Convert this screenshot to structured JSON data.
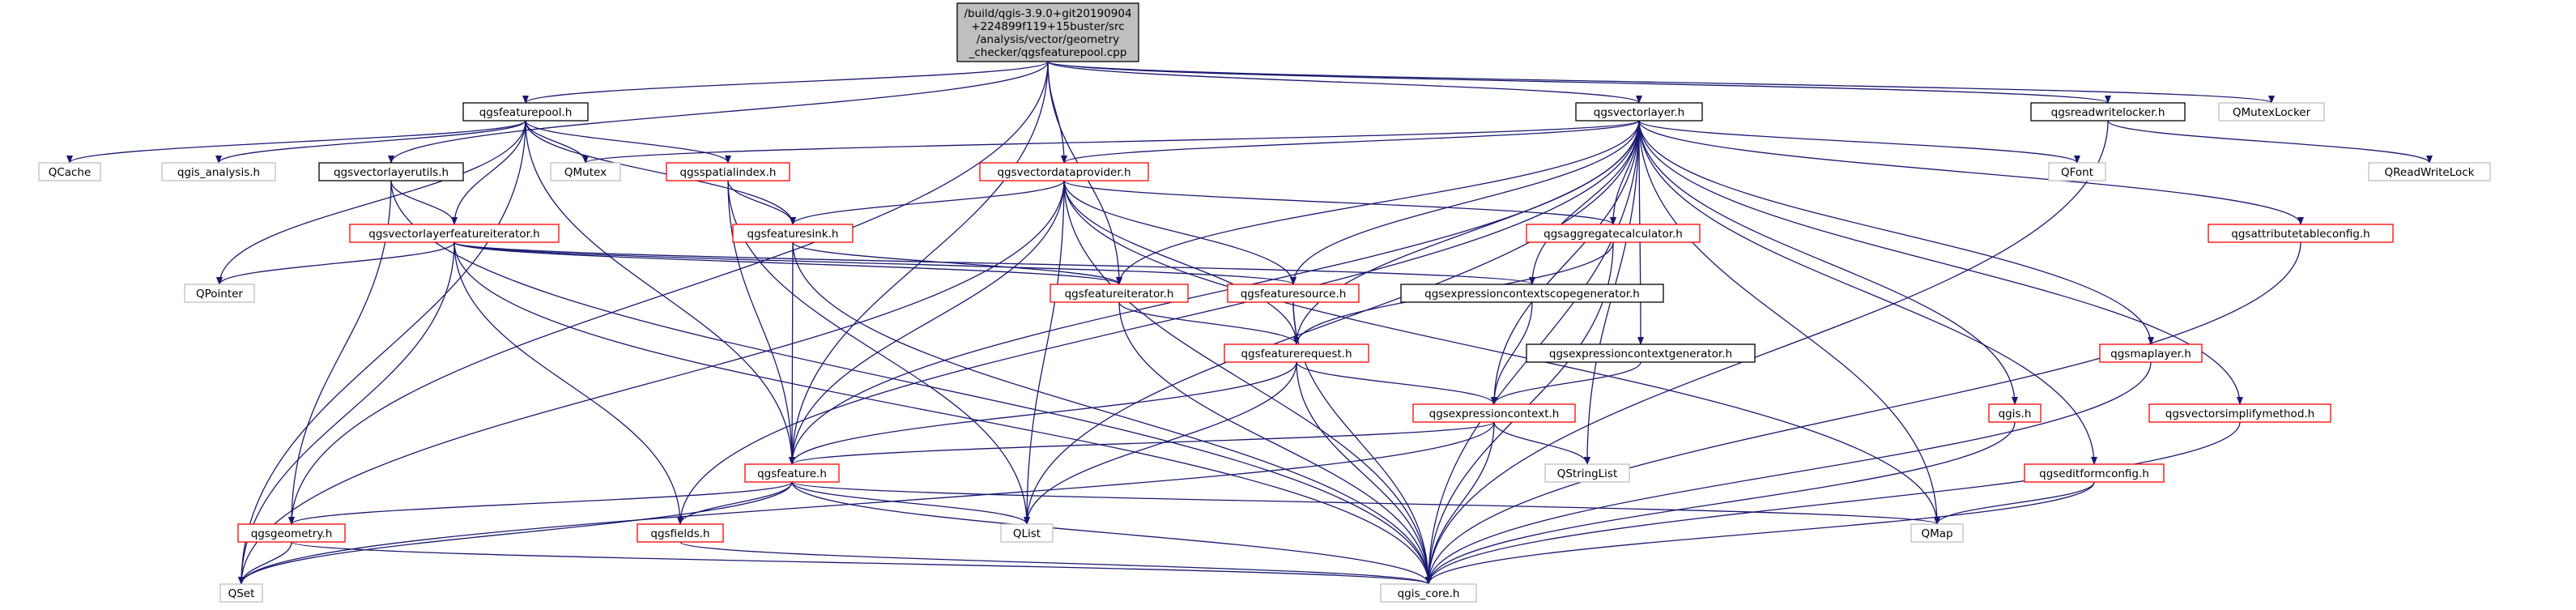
{
  "graph": {
    "root": {
      "id": "root",
      "lines": [
        "/build/qgis-3.9.0+git20190904",
        "+224899f119+15buster/src",
        "/analysis/vector/geometry",
        "_checker/qgsfeaturepool.cpp"
      ]
    },
    "nodes": [
      {
        "id": "qgsfeaturepool_h",
        "label": "qgsfeaturepool.h",
        "style": "black"
      },
      {
        "id": "qgsvectorlayer_h",
        "label": "qgsvectorlayer.h",
        "style": "black"
      },
      {
        "id": "qgsreadwritelocker_h",
        "label": "qgsreadwritelocker.h",
        "style": "black"
      },
      {
        "id": "QMutexLocker",
        "label": "QMutexLocker",
        "style": "gray"
      },
      {
        "id": "QReadWriteLock",
        "label": "QReadWriteLock",
        "style": "gray"
      },
      {
        "id": "QCache",
        "label": "QCache",
        "style": "gray"
      },
      {
        "id": "qgis_analysis_h",
        "label": "qgis_analysis.h",
        "style": "gray"
      },
      {
        "id": "QMutex",
        "label": "QMutex",
        "style": "gray"
      },
      {
        "id": "qgsspatialindex_h",
        "label": "qgsspatialindex.h",
        "style": "red"
      },
      {
        "id": "qgsvectordataprovider_h",
        "label": "qgsvectordataprovider.h",
        "style": "red"
      },
      {
        "id": "QFont",
        "label": "QFont",
        "style": "gray"
      },
      {
        "id": "qgsvectorlayerutils_h",
        "label": "qgsvectorlayerutils.h",
        "style": "black"
      },
      {
        "id": "qgsvectorlayerfeatureiterator_h",
        "label": "qgsvectorlayerfeatureiterator.h",
        "style": "red"
      },
      {
        "id": "qgsfeaturesink_h",
        "label": "qgsfeaturesink.h",
        "style": "red"
      },
      {
        "id": "qgsaggregatecalculator_h",
        "label": "qgsaggregatecalculator.h",
        "style": "red"
      },
      {
        "id": "qgsattributetableconfig_h",
        "label": "qgsattributetableconfig.h",
        "style": "red"
      },
      {
        "id": "QPointer",
        "label": "QPointer",
        "style": "gray"
      },
      {
        "id": "qgsfeatureiterator_h",
        "label": "qgsfeatureiterator.h",
        "style": "red"
      },
      {
        "id": "qgsfeaturesource_h",
        "label": "qgsfeaturesource.h",
        "style": "red"
      },
      {
        "id": "qgsexpressioncontextscopegenerator_h",
        "label": "qgsexpressioncontextscopegenerator.h",
        "style": "black"
      },
      {
        "id": "qgsmaplayer_h",
        "label": "qgsmaplayer.h",
        "style": "red"
      },
      {
        "id": "qgsfeaturerequest_h",
        "label": "qgsfeaturerequest.h",
        "style": "red"
      },
      {
        "id": "qgsexpressioncontextgenerator_h",
        "label": "qgsexpressioncontextgenerator.h",
        "style": "black"
      },
      {
        "id": "qgis_h",
        "label": "qgis.h",
        "style": "red"
      },
      {
        "id": "qgsvectorsimplifymethod_h",
        "label": "qgsvectorsimplifymethod.h",
        "style": "red"
      },
      {
        "id": "qgsexpressioncontext_h",
        "label": "qgsexpressioncontext.h",
        "style": "red"
      },
      {
        "id": "QStringList",
        "label": "QStringList",
        "style": "gray"
      },
      {
        "id": "qgsfeature_h",
        "label": "qgsfeature.h",
        "style": "red"
      },
      {
        "id": "qgseditformconfig_h",
        "label": "qgseditformconfig.h",
        "style": "red"
      },
      {
        "id": "qgsgeometry_h",
        "label": "qgsgeometry.h",
        "style": "red"
      },
      {
        "id": "qgsfields_h",
        "label": "qgsfields.h",
        "style": "red"
      },
      {
        "id": "QList",
        "label": "QList",
        "style": "gray"
      },
      {
        "id": "QMap",
        "label": "QMap",
        "style": "gray"
      },
      {
        "id": "QSet",
        "label": "QSet",
        "style": "gray"
      },
      {
        "id": "qgis_core_h",
        "label": "qgis_core.h",
        "style": "gray"
      }
    ],
    "edges": [
      [
        "root",
        "qgsfeaturepool_h"
      ],
      [
        "root",
        "qgsvectorlayer_h"
      ],
      [
        "root",
        "qgsreadwritelocker_h"
      ],
      [
        "root",
        "QMutexLocker"
      ],
      [
        "root",
        "qgsvectorlayerutils_h"
      ],
      [
        "root",
        "qgsgeometry_h"
      ],
      [
        "root",
        "qgsfeature_h"
      ],
      [
        "root",
        "qgsvectordataprovider_h"
      ],
      [
        "root",
        "qgsfeatureiterator_h"
      ],
      [
        "qgsfeaturepool_h",
        "QCache"
      ],
      [
        "qgsfeaturepool_h",
        "qgis_analysis_h"
      ],
      [
        "qgsfeaturepool_h",
        "QMutex"
      ],
      [
        "qgsfeaturepool_h",
        "qgsspatialindex_h"
      ],
      [
        "qgsfeaturepool_h",
        "qgsfeaturesink_h"
      ],
      [
        "qgsfeaturepool_h",
        "qgsvectorlayerfeatureiterator_h"
      ],
      [
        "qgsfeaturepool_h",
        "QPointer"
      ],
      [
        "qgsfeaturepool_h",
        "qgsfeature_h"
      ],
      [
        "qgsfeaturepool_h",
        "QSet"
      ],
      [
        "qgsvectorlayer_h",
        "QMutex"
      ],
      [
        "qgsvectorlayer_h",
        "qgsvectordataprovider_h"
      ],
      [
        "qgsvectorlayer_h",
        "QFont"
      ],
      [
        "qgsvectorlayer_h",
        "qgsaggregatecalculator_h"
      ],
      [
        "qgsvectorlayer_h",
        "qgsattributetableconfig_h"
      ],
      [
        "qgsvectorlayer_h",
        "qgsmaplayer_h"
      ],
      [
        "qgsvectorlayer_h",
        "qgis_h"
      ],
      [
        "qgsvectorlayer_h",
        "qgsvectorsimplifymethod_h"
      ],
      [
        "qgsvectorlayer_h",
        "qgseditformconfig_h"
      ],
      [
        "qgsvectorlayer_h",
        "QStringList"
      ],
      [
        "qgsvectorlayer_h",
        "QMap"
      ],
      [
        "qgsvectorlayer_h",
        "QList"
      ],
      [
        "qgsvectorlayer_h",
        "qgsfeaturesource_h"
      ],
      [
        "qgsvectorlayer_h",
        "qgsfeatureiterator_h"
      ],
      [
        "qgsvectorlayer_h",
        "qgsexpressioncontextscopegenerator_h"
      ],
      [
        "qgsvectorlayer_h",
        "qgsexpressioncontextgenerator_h"
      ],
      [
        "qgsvectorlayer_h",
        "qgsexpressioncontext_h"
      ],
      [
        "qgsvectorlayer_h",
        "qgsfeaturerequest_h"
      ],
      [
        "qgsvectorlayer_h",
        "qgsfields_h"
      ],
      [
        "qgsvectorlayer_h",
        "qgsfeature_h"
      ],
      [
        "qgsvectorlayer_h",
        "qgis_core_h"
      ],
      [
        "qgsreadwritelocker_h",
        "QReadWriteLock"
      ],
      [
        "qgsreadwritelocker_h",
        "qgis_core_h"
      ],
      [
        "qgsvectorlayerutils_h",
        "qgsvectorlayerfeatureiterator_h"
      ],
      [
        "qgsvectorlayerutils_h",
        "qgsgeometry_h"
      ],
      [
        "qgsvectorlayerutils_h",
        "qgis_core_h"
      ],
      [
        "qgsspatialindex_h",
        "qgsfeaturesink_h"
      ],
      [
        "qgsspatialindex_h",
        "qgsfeature_h"
      ],
      [
        "qgsspatialindex_h",
        "QList"
      ],
      [
        "qgsvectordataprovider_h",
        "qgsfeaturesink_h"
      ],
      [
        "qgsvectordataprovider_h",
        "qgsaggregatecalculator_h"
      ],
      [
        "qgsvectordataprovider_h",
        "qgsfeaturesource_h"
      ],
      [
        "qgsvectordataprovider_h",
        "qgsfeaturerequest_h"
      ],
      [
        "qgsvectordataprovider_h",
        "qgsfeature_h"
      ],
      [
        "qgsvectordataprovider_h",
        "QList"
      ],
      [
        "qgsvectordataprovider_h",
        "QMap"
      ],
      [
        "qgsvectordataprovider_h",
        "qgis_core_h"
      ],
      [
        "qgsvectordataprovider_h",
        "QSet"
      ],
      [
        "qgsvectorlayerfeatureiterator_h",
        "QPointer"
      ],
      [
        "qgsvectorlayerfeatureiterator_h",
        "qgsfeatureiterator_h"
      ],
      [
        "qgsvectorlayerfeatureiterator_h",
        "qgsfeaturesource_h"
      ],
      [
        "qgsvectorlayerfeatureiterator_h",
        "qgsexpressioncontextscopegenerator_h"
      ],
      [
        "qgsvectorlayerfeatureiterator_h",
        "qgsfields_h"
      ],
      [
        "qgsvectorlayerfeatureiterator_h",
        "QSet"
      ],
      [
        "qgsvectorlayerfeatureiterator_h",
        "qgis_core_h"
      ],
      [
        "qgsfeaturesink_h",
        "qgsfeatureiterator_h"
      ],
      [
        "qgsfeaturesink_h",
        "qgsfeature_h"
      ],
      [
        "qgsfeaturesink_h",
        "qgis_core_h"
      ],
      [
        "qgsaggregatecalculator_h",
        "qgsfeaturerequest_h"
      ],
      [
        "qgsaggregatecalculator_h",
        "qgis_core_h"
      ],
      [
        "qgsattributetableconfig_h",
        "qgis_core_h"
      ],
      [
        "qgsfeatureiterator_h",
        "qgsfeaturerequest_h"
      ],
      [
        "qgsfeatureiterator_h",
        "qgis_core_h"
      ],
      [
        "qgsfeaturesource_h",
        "qgsfeaturerequest_h"
      ],
      [
        "qgsfeaturesource_h",
        "qgis_core_h"
      ],
      [
        "qgsexpressioncontextscopegenerator_h",
        "qgsexpressioncontext_h"
      ],
      [
        "qgsmaplayer_h",
        "qgis_core_h"
      ],
      [
        "qgsfeaturerequest_h",
        "qgsexpressioncontext_h"
      ],
      [
        "qgsfeaturerequest_h",
        "qgsfeature_h"
      ],
      [
        "qgsfeaturerequest_h",
        "QList"
      ],
      [
        "qgsfeaturerequest_h",
        "qgis_core_h"
      ],
      [
        "qgsexpressioncontextgenerator_h",
        "qgsexpressioncontext_h"
      ],
      [
        "qgis_h",
        "qgis_core_h"
      ],
      [
        "qgsvectorsimplifymethod_h",
        "qgis_core_h"
      ],
      [
        "qgsexpressioncontext_h",
        "QStringList"
      ],
      [
        "qgsexpressioncontext_h",
        "qgsfeature_h"
      ],
      [
        "qgsexpressioncontext_h",
        "QSet"
      ],
      [
        "qgsexpressioncontext_h",
        "qgis_core_h"
      ],
      [
        "qgsfeature_h",
        "qgsgeometry_h"
      ],
      [
        "qgsfeature_h",
        "qgsfields_h"
      ],
      [
        "qgsfeature_h",
        "QList"
      ],
      [
        "qgsfeature_h",
        "QMap"
      ],
      [
        "qgsfeature_h",
        "QSet"
      ],
      [
        "qgsfeature_h",
        "qgis_core_h"
      ],
      [
        "qgseditformconfig_h",
        "QMap"
      ],
      [
        "qgseditformconfig_h",
        "qgis_core_h"
      ],
      [
        "qgsgeometry_h",
        "QSet"
      ],
      [
        "qgsgeometry_h",
        "qgis_core_h"
      ],
      [
        "qgsfields_h",
        "qgis_core_h"
      ]
    ],
    "colors": {
      "edge": "#191970",
      "root_fill": "#bfbfbf",
      "black_border": "#000000",
      "red_border": "#ff0000",
      "gray_border": "#bfbfbf",
      "node_fill": "#ffffff"
    }
  }
}
